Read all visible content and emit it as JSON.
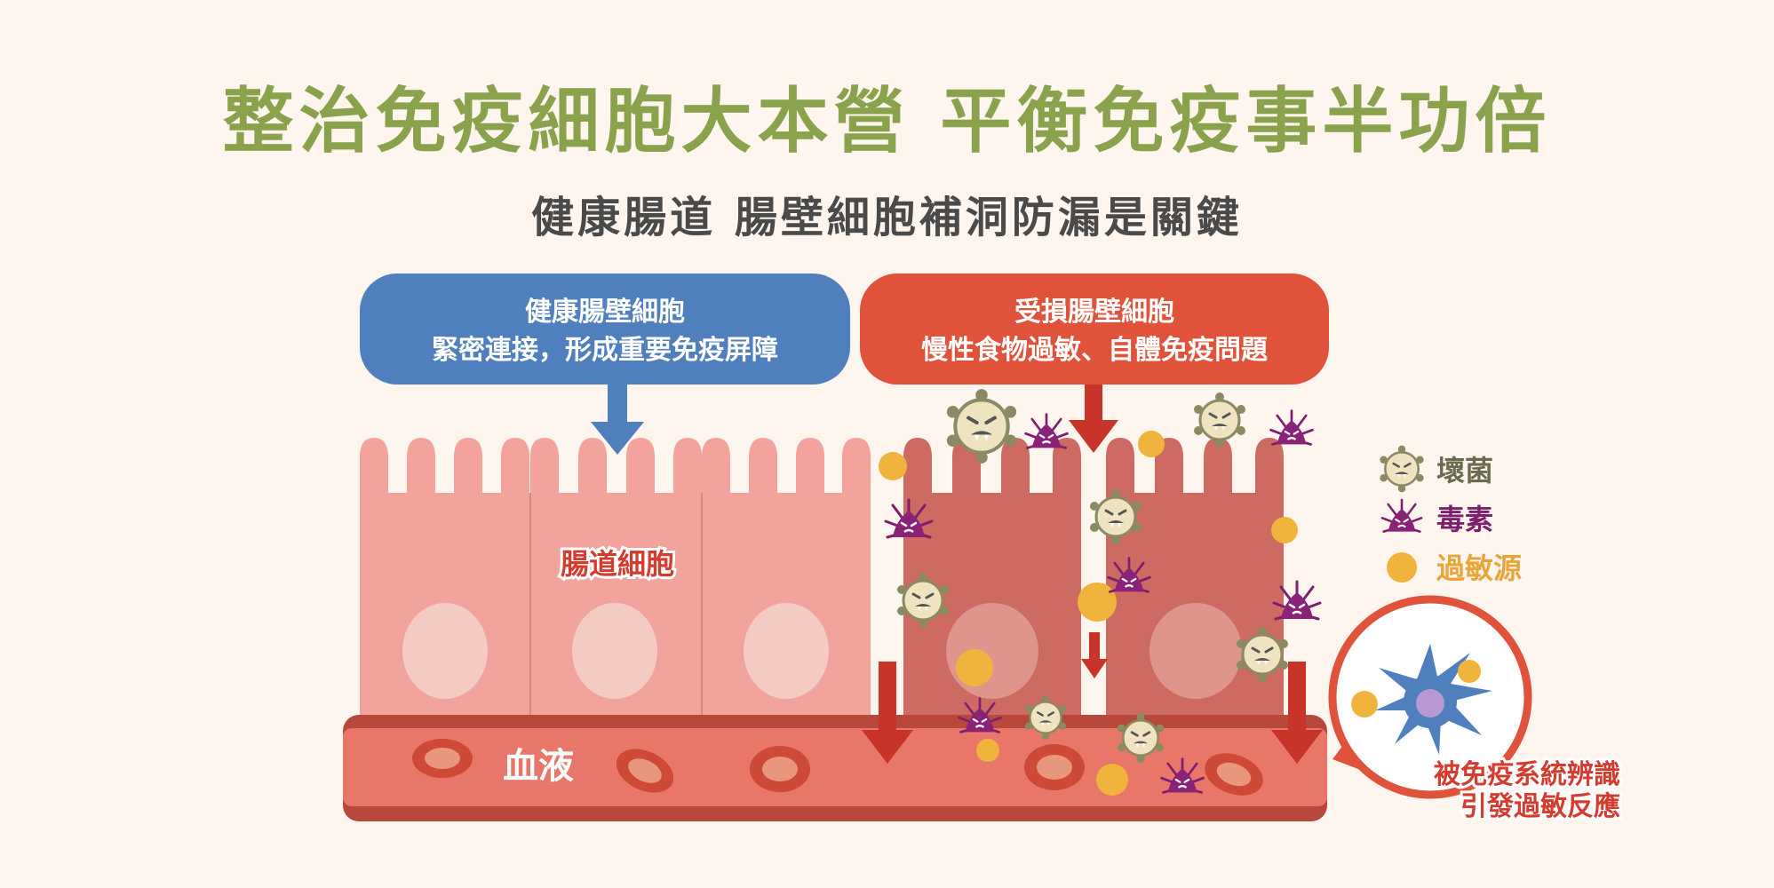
{
  "title": "整治免疫細胞大本營 平衡免疫事半功倍",
  "subtitle": "健康腸道 腸壁細胞補洞防漏是關鍵",
  "healthy_box": {
    "line1": "健康腸壁細胞",
    "line2": "緊密連接，形成重要免疫屏障",
    "color": "#4f7fbd"
  },
  "damaged_box": {
    "line1": "受損腸壁細胞",
    "line2": "慢性食物過敏、自體免疫問題",
    "color": "#e0523a"
  },
  "labels": {
    "intestinal_cell": "腸道細胞",
    "blood": "血液",
    "immune_line1": "被免疫系統辨識",
    "immune_line2": "引發過敏反應"
  },
  "legend": [
    {
      "icon": "bad-bacteria-icon",
      "label": "壞菌",
      "color": "#6a6a4e"
    },
    {
      "icon": "toxin-icon",
      "label": "毒素",
      "color": "#7d1f6e"
    },
    {
      "icon": "allergen-icon",
      "label": "過敏源",
      "color": "#e8a63a"
    }
  ],
  "colors": {
    "title": "#8aa24c",
    "healthy_cell": "#f2a49c",
    "damaged_cell": "#cd6a62",
    "blood": "#e8776a",
    "arrow_red": "#c8332a",
    "immune_cell": "#4f7fbd"
  }
}
